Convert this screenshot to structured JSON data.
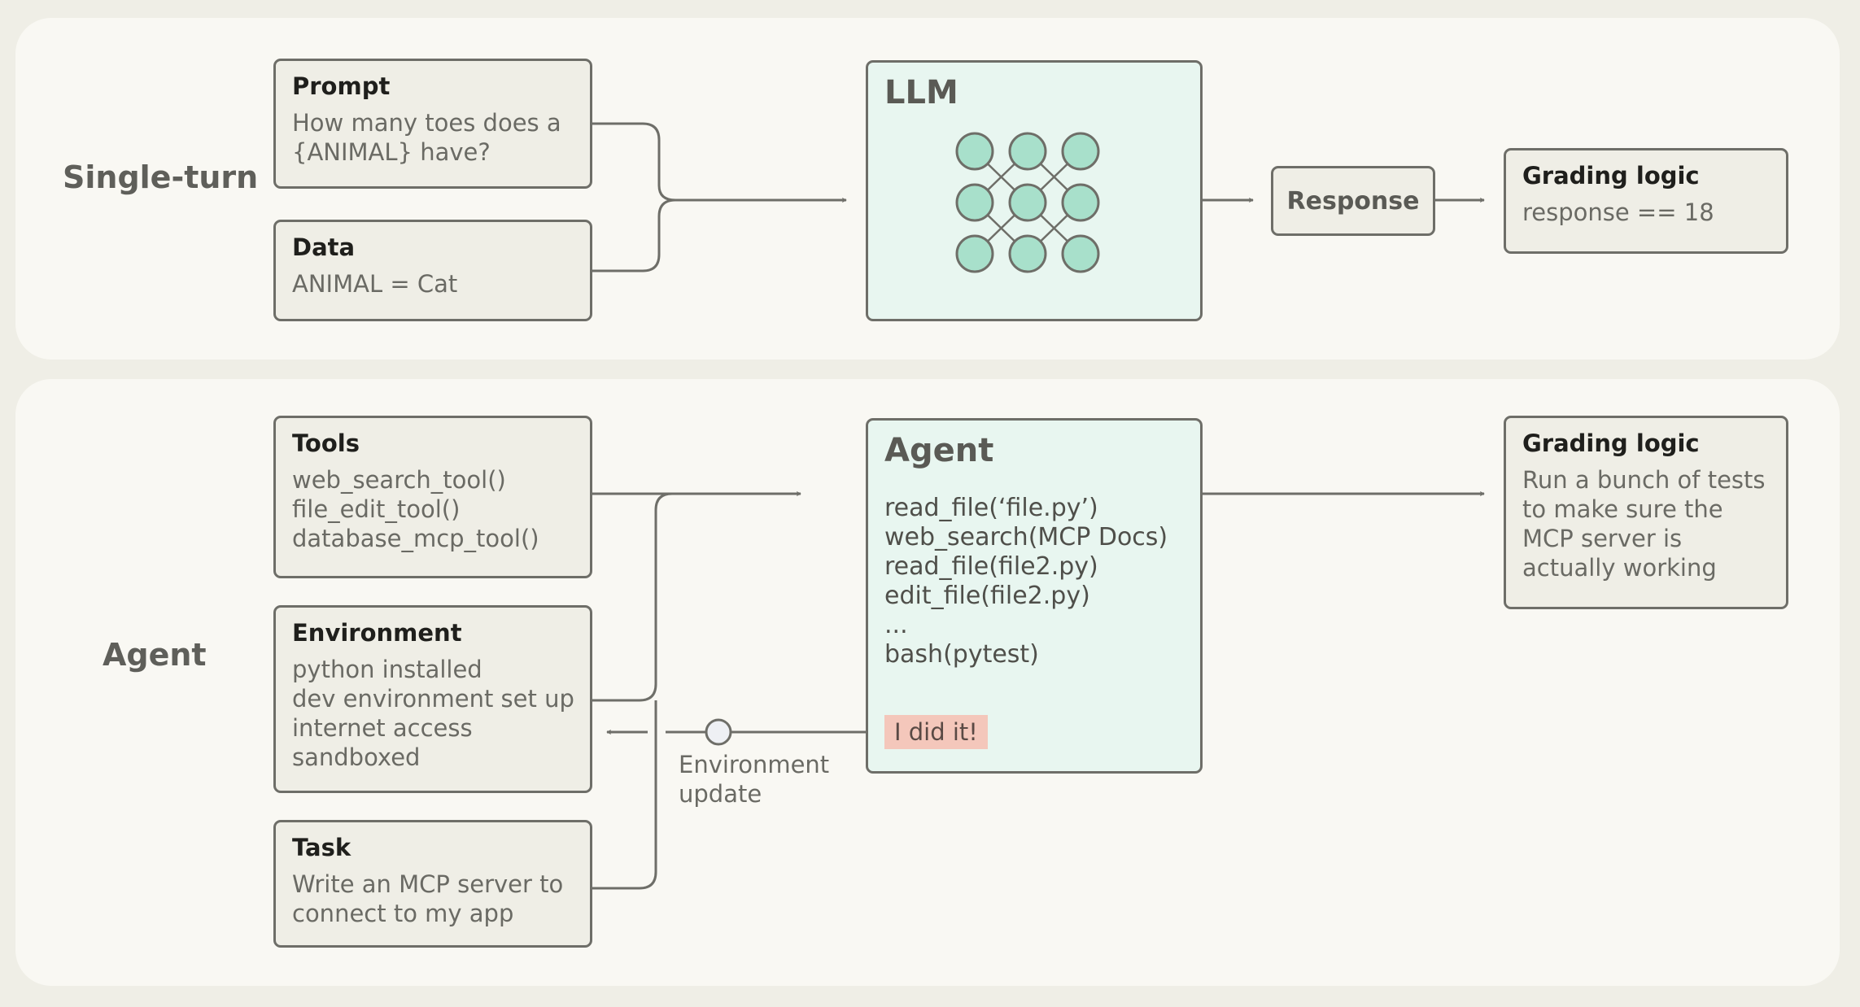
{
  "single_turn": {
    "label": "Single-turn",
    "prompt": {
      "title": "Prompt",
      "lines": [
        "How many toes does a",
        "{ANIMAL} have?"
      ]
    },
    "data": {
      "title": "Data",
      "lines": [
        "ANIMAL = Cat"
      ]
    },
    "llm": {
      "title": "LLM"
    },
    "response": {
      "label": "Response"
    },
    "grading": {
      "title": "Grading logic",
      "lines": [
        "response == 18"
      ]
    }
  },
  "agent_section": {
    "label": "Agent",
    "tools": {
      "title": "Tools",
      "lines": [
        "web_search_tool()",
        "file_edit_tool()",
        "database_mcp_tool()"
      ]
    },
    "environment": {
      "title": "Environment",
      "lines": [
        "python installed",
        "dev environment set up",
        "internet access",
        "sandboxed"
      ]
    },
    "task": {
      "title": "Task",
      "lines": [
        "Write an MCP server to",
        "connect to my app"
      ]
    },
    "agent": {
      "title": "Agent",
      "lines": [
        "read_file(‘file.py’)",
        "web_search(MCP Docs)",
        "read_file(file2.py)",
        "edit_file(file2.py)",
        "...",
        "bash(pytest)"
      ],
      "done_badge": "I did it!"
    },
    "env_update": {
      "lines": [
        "Environment",
        "update"
      ]
    },
    "grading": {
      "title": "Grading logic",
      "lines": [
        "Run a bunch of tests",
        "to make sure the",
        "MCP server is",
        "actually working"
      ]
    }
  },
  "colors": {
    "background": "#efeee6",
    "panel": "#f9f8f3",
    "box_fill": "#efeee6",
    "teal_fill": "#e8f6f0",
    "node_fill": "#a8e0cb",
    "badge_fill": "#f4c7bb",
    "line": "#6e6e68"
  }
}
